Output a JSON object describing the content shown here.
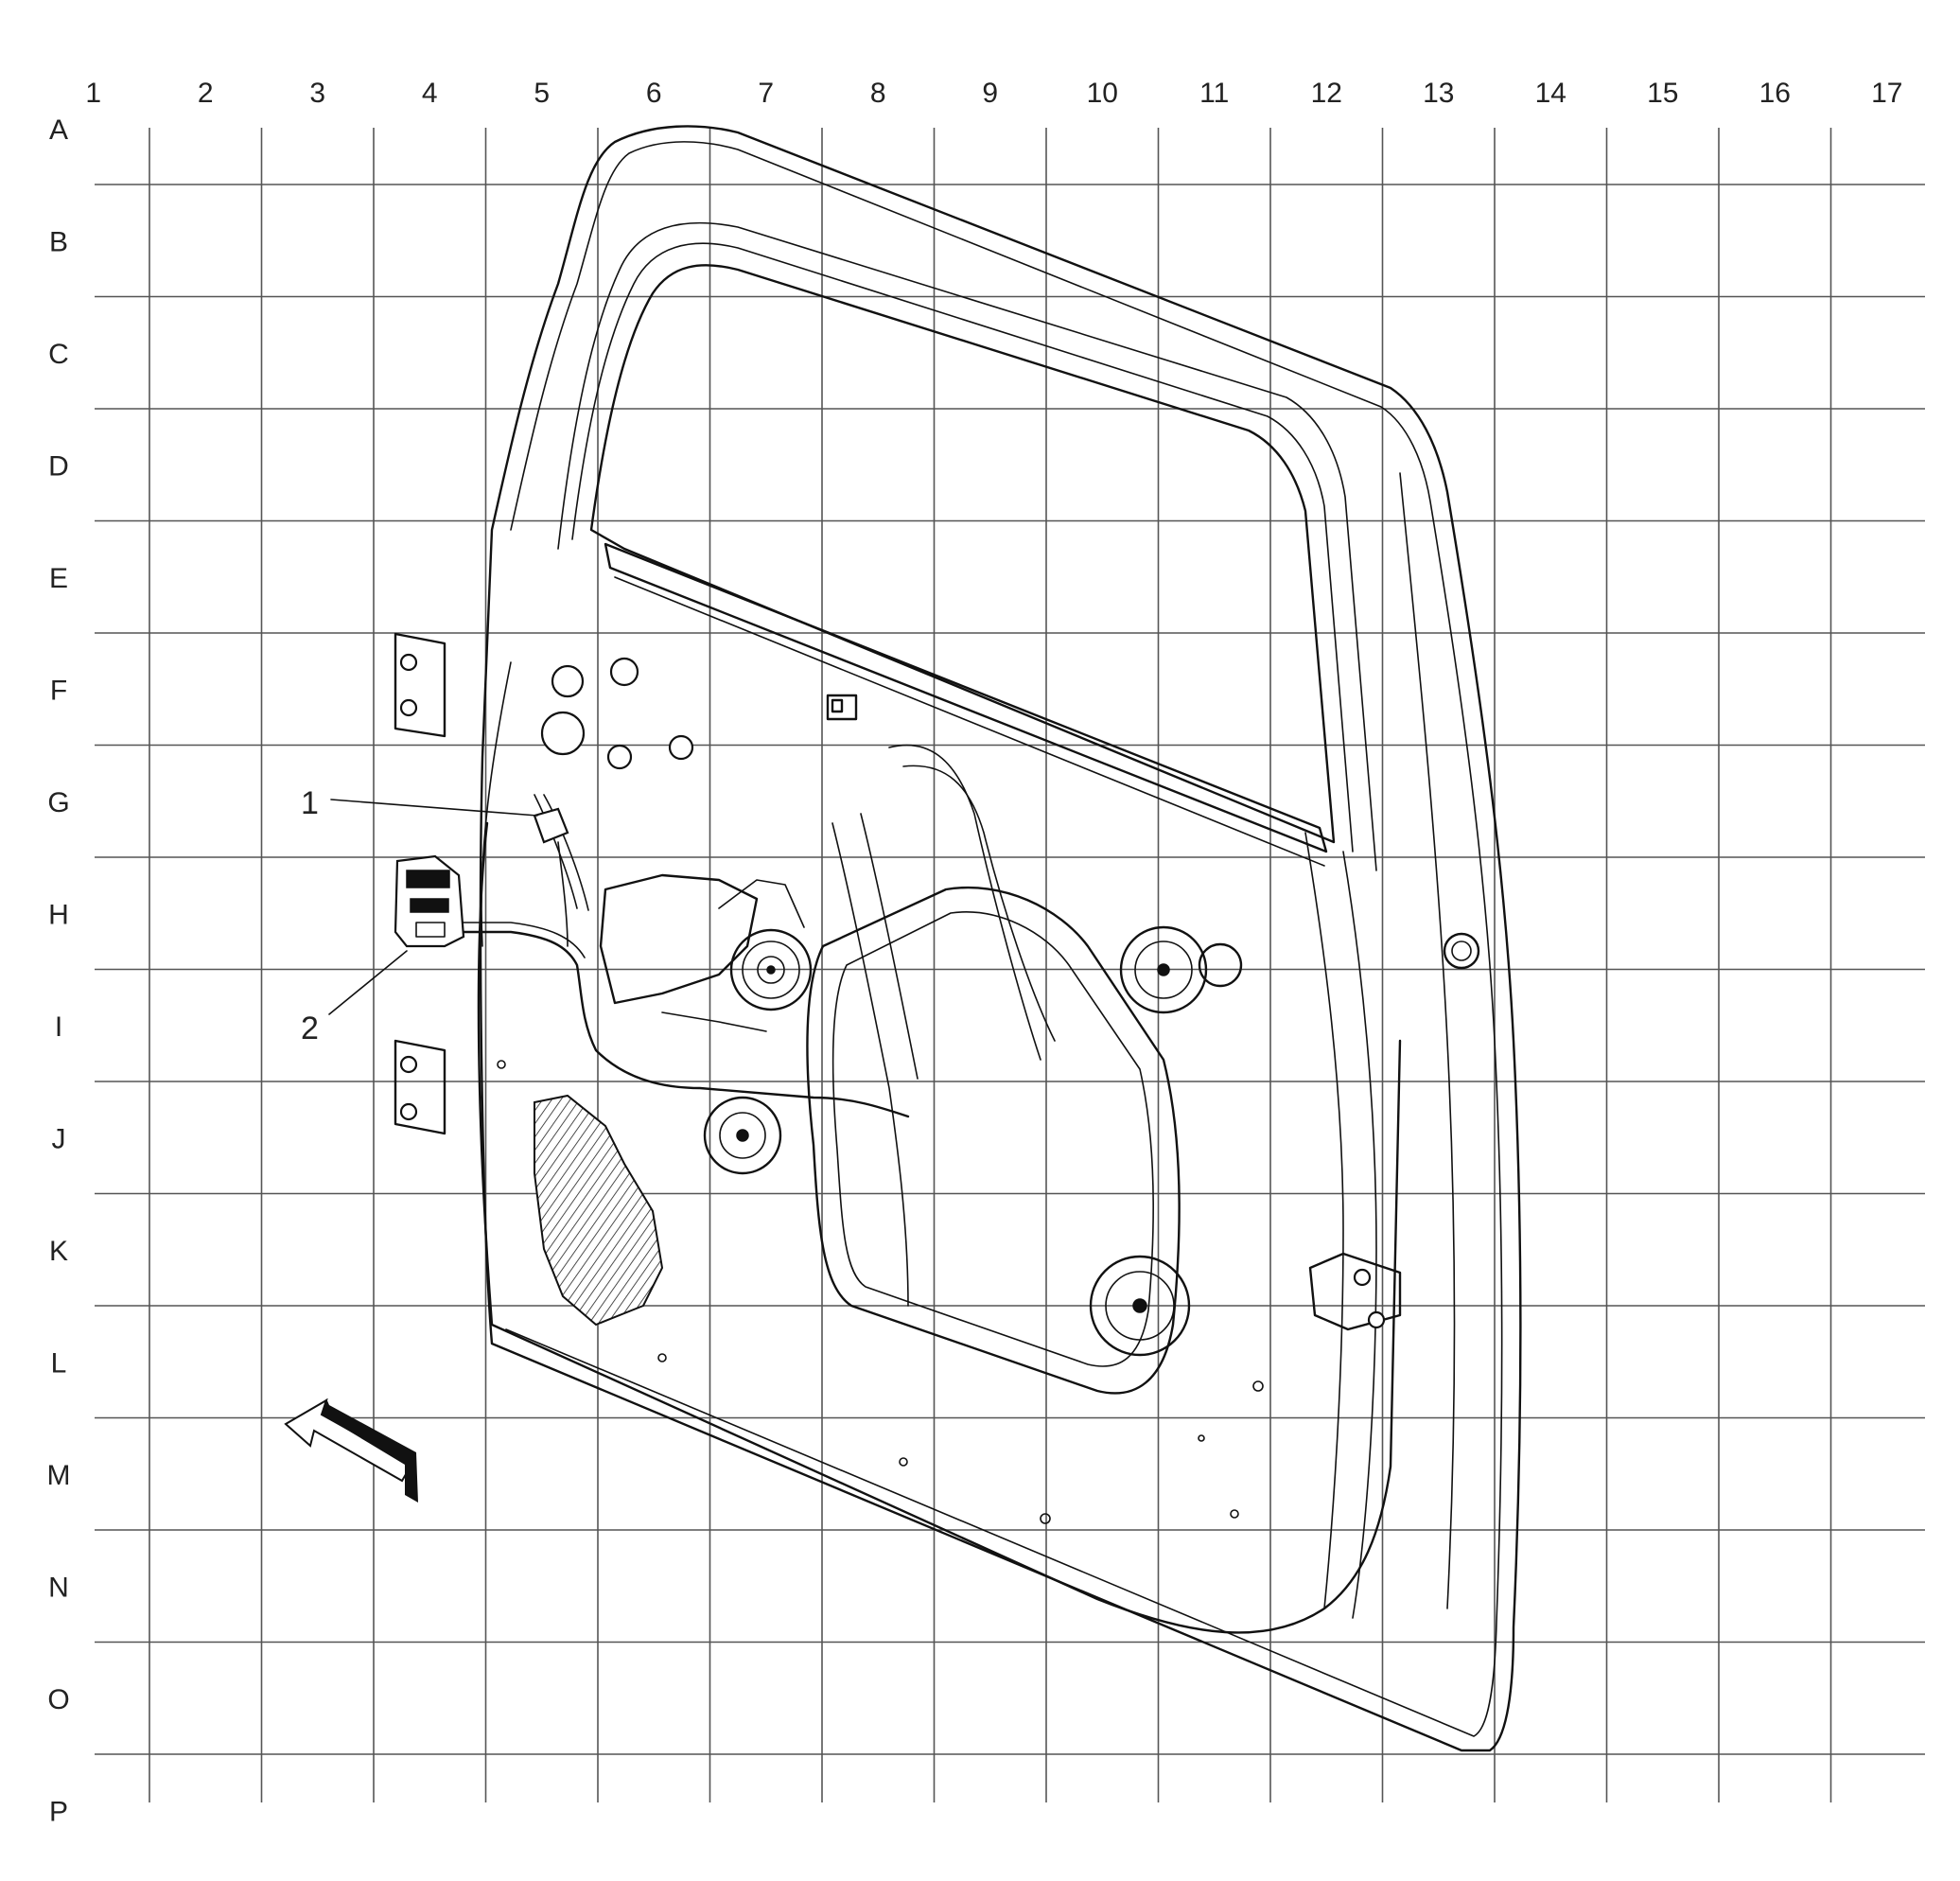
{
  "grid": {
    "columns": [
      "1",
      "2",
      "3",
      "4",
      "5",
      "6",
      "7",
      "8",
      "9",
      "10",
      "11",
      "12",
      "13",
      "14",
      "15",
      "16",
      "17"
    ],
    "rows": [
      "A",
      "B",
      "C",
      "D",
      "E",
      "F",
      "G",
      "H",
      "I",
      "J",
      "K",
      "L",
      "M",
      "N",
      "O",
      "P"
    ]
  },
  "callouts": [
    {
      "id": "callout-1",
      "label": "1"
    },
    {
      "id": "callout-2",
      "label": "2"
    }
  ],
  "icons": {
    "direction_arrow": "front-direction-arrow-icon"
  },
  "colors": {
    "line": "#111111",
    "grid": "#555555",
    "background": "#ffffff"
  }
}
